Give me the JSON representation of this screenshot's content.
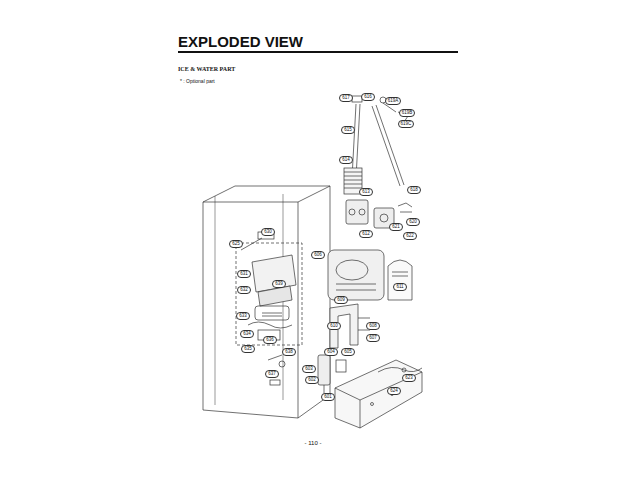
{
  "diagram": {
    "title": "EXPLODED VIEW",
    "labels": [
      "ICE & WATER PART",
      "* : Optional part",
      "- 110 -",
      "617",
      "616",
      "619A",
      "619B",
      "619C",
      "615",
      "614",
      "618",
      "613",
      "620",
      "621",
      "622",
      "612",
      "606",
      "611",
      "609",
      "610",
      "608",
      "607",
      "605",
      "604",
      "603",
      "602",
      "601",
      "623",
      "624",
      "625",
      "630",
      "631",
      "632",
      "633",
      "634",
      "635",
      "636",
      "637",
      "638",
      "639"
    ]
  }
}
